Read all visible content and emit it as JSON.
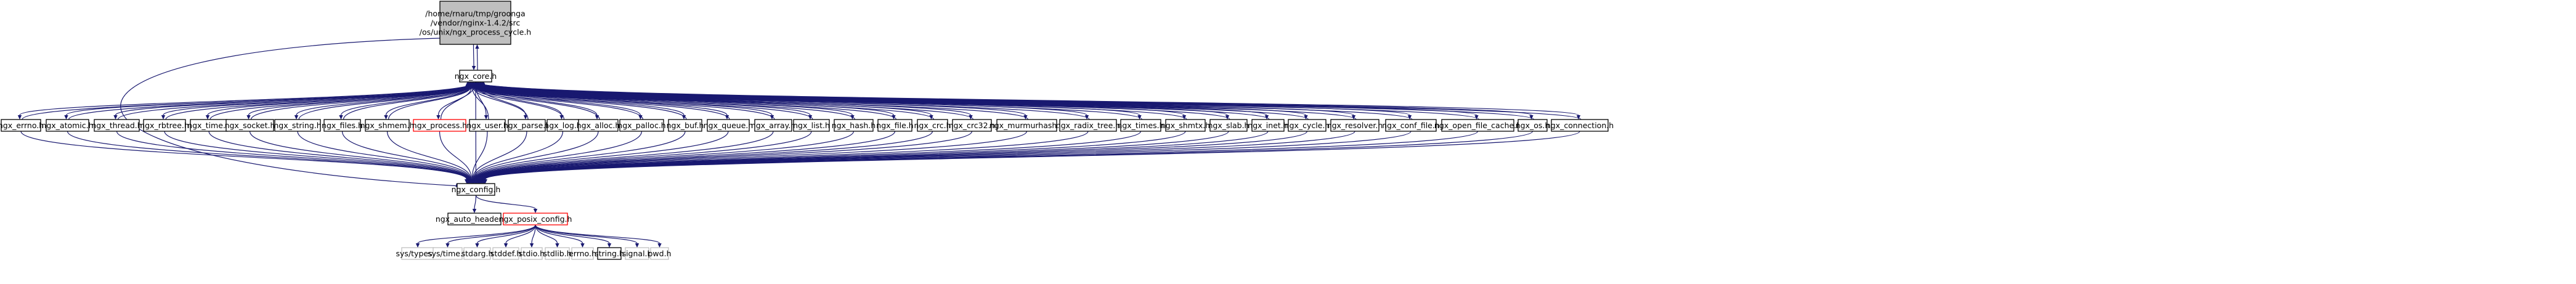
{
  "graph": {
    "root": {
      "id": "root",
      "lines": [
        "/home/rnaru/tmp/groonga",
        "/vendor/nginx-1.4.2/src",
        "/os/unix/ngx_process_cycle.h"
      ]
    },
    "core": {
      "id": "core",
      "label": "ngx_core.h"
    },
    "config": {
      "id": "config",
      "label": "ngx_config.h"
    },
    "middle": [
      {
        "id": "m0",
        "label": "ngx_errno.h"
      },
      {
        "id": "m1",
        "label": "ngx_atomic.h"
      },
      {
        "id": "m2",
        "label": "ngx_thread.h"
      },
      {
        "id": "m3",
        "label": "ngx_rbtree.h"
      },
      {
        "id": "m4",
        "label": "ngx_time.h"
      },
      {
        "id": "m5",
        "label": "ngx_socket.h"
      },
      {
        "id": "m6",
        "label": "ngx_string.h"
      },
      {
        "id": "m7",
        "label": "ngx_files.h"
      },
      {
        "id": "m8",
        "label": "ngx_shmem.h"
      },
      {
        "id": "m9",
        "label": "ngx_process.h",
        "style": "red"
      },
      {
        "id": "m10",
        "label": "ngx_user.h"
      },
      {
        "id": "m11",
        "label": "ngx_parse.h"
      },
      {
        "id": "m12",
        "label": "ngx_log.h"
      },
      {
        "id": "m13",
        "label": "ngx_alloc.h"
      },
      {
        "id": "m14",
        "label": "ngx_palloc.h"
      },
      {
        "id": "m15",
        "label": "ngx_buf.h"
      },
      {
        "id": "m16",
        "label": "ngx_queue.h"
      },
      {
        "id": "m17",
        "label": "ngx_array.h"
      },
      {
        "id": "m18",
        "label": "ngx_list.h"
      },
      {
        "id": "m19",
        "label": "ngx_hash.h"
      },
      {
        "id": "m20",
        "label": "ngx_file.h"
      },
      {
        "id": "m21",
        "label": "ngx_crc.h"
      },
      {
        "id": "m22",
        "label": "ngx_crc32.h"
      },
      {
        "id": "m23",
        "label": "ngx_murmurhash.h"
      },
      {
        "id": "m24",
        "label": "ngx_radix_tree.h"
      },
      {
        "id": "m25",
        "label": "ngx_times.h"
      },
      {
        "id": "m26",
        "label": "ngx_shmtx.h"
      },
      {
        "id": "m27",
        "label": "ngx_slab.h"
      },
      {
        "id": "m28",
        "label": "ngx_inet.h"
      },
      {
        "id": "m29",
        "label": "ngx_cycle.h"
      },
      {
        "id": "m30",
        "label": "ngx_resolver.h"
      },
      {
        "id": "m31",
        "label": "ngx_conf_file.h"
      },
      {
        "id": "m32",
        "label": "ngx_open_file_cache.h"
      },
      {
        "id": "m33",
        "label": "ngx_os.h"
      },
      {
        "id": "m34",
        "label": "ngx_connection.h"
      }
    ],
    "level4": [
      {
        "id": "auto",
        "label": "ngx_auto_headers.h"
      },
      {
        "id": "posix",
        "label": "ngx_posix_config.h",
        "style": "red"
      }
    ],
    "bottom": [
      {
        "id": "b0",
        "label": "sys/types.h",
        "style": "ghost"
      },
      {
        "id": "b1",
        "label": "sys/time.h",
        "style": "ghost"
      },
      {
        "id": "b2",
        "label": "stdarg.h",
        "style": "ghost"
      },
      {
        "id": "b3",
        "label": "stddef.h",
        "style": "ghost"
      },
      {
        "id": "b4",
        "label": "stdio.h",
        "style": "ghost"
      },
      {
        "id": "b5",
        "label": "stdlib.h",
        "style": "ghost"
      },
      {
        "id": "b6",
        "label": "errno.h",
        "style": "ghost"
      },
      {
        "id": "b7",
        "label": "string.h"
      },
      {
        "id": "b8",
        "label": "signal.h",
        "style": "ghost"
      },
      {
        "id": "b9",
        "label": "pwd.h",
        "style": "ghost"
      }
    ]
  }
}
